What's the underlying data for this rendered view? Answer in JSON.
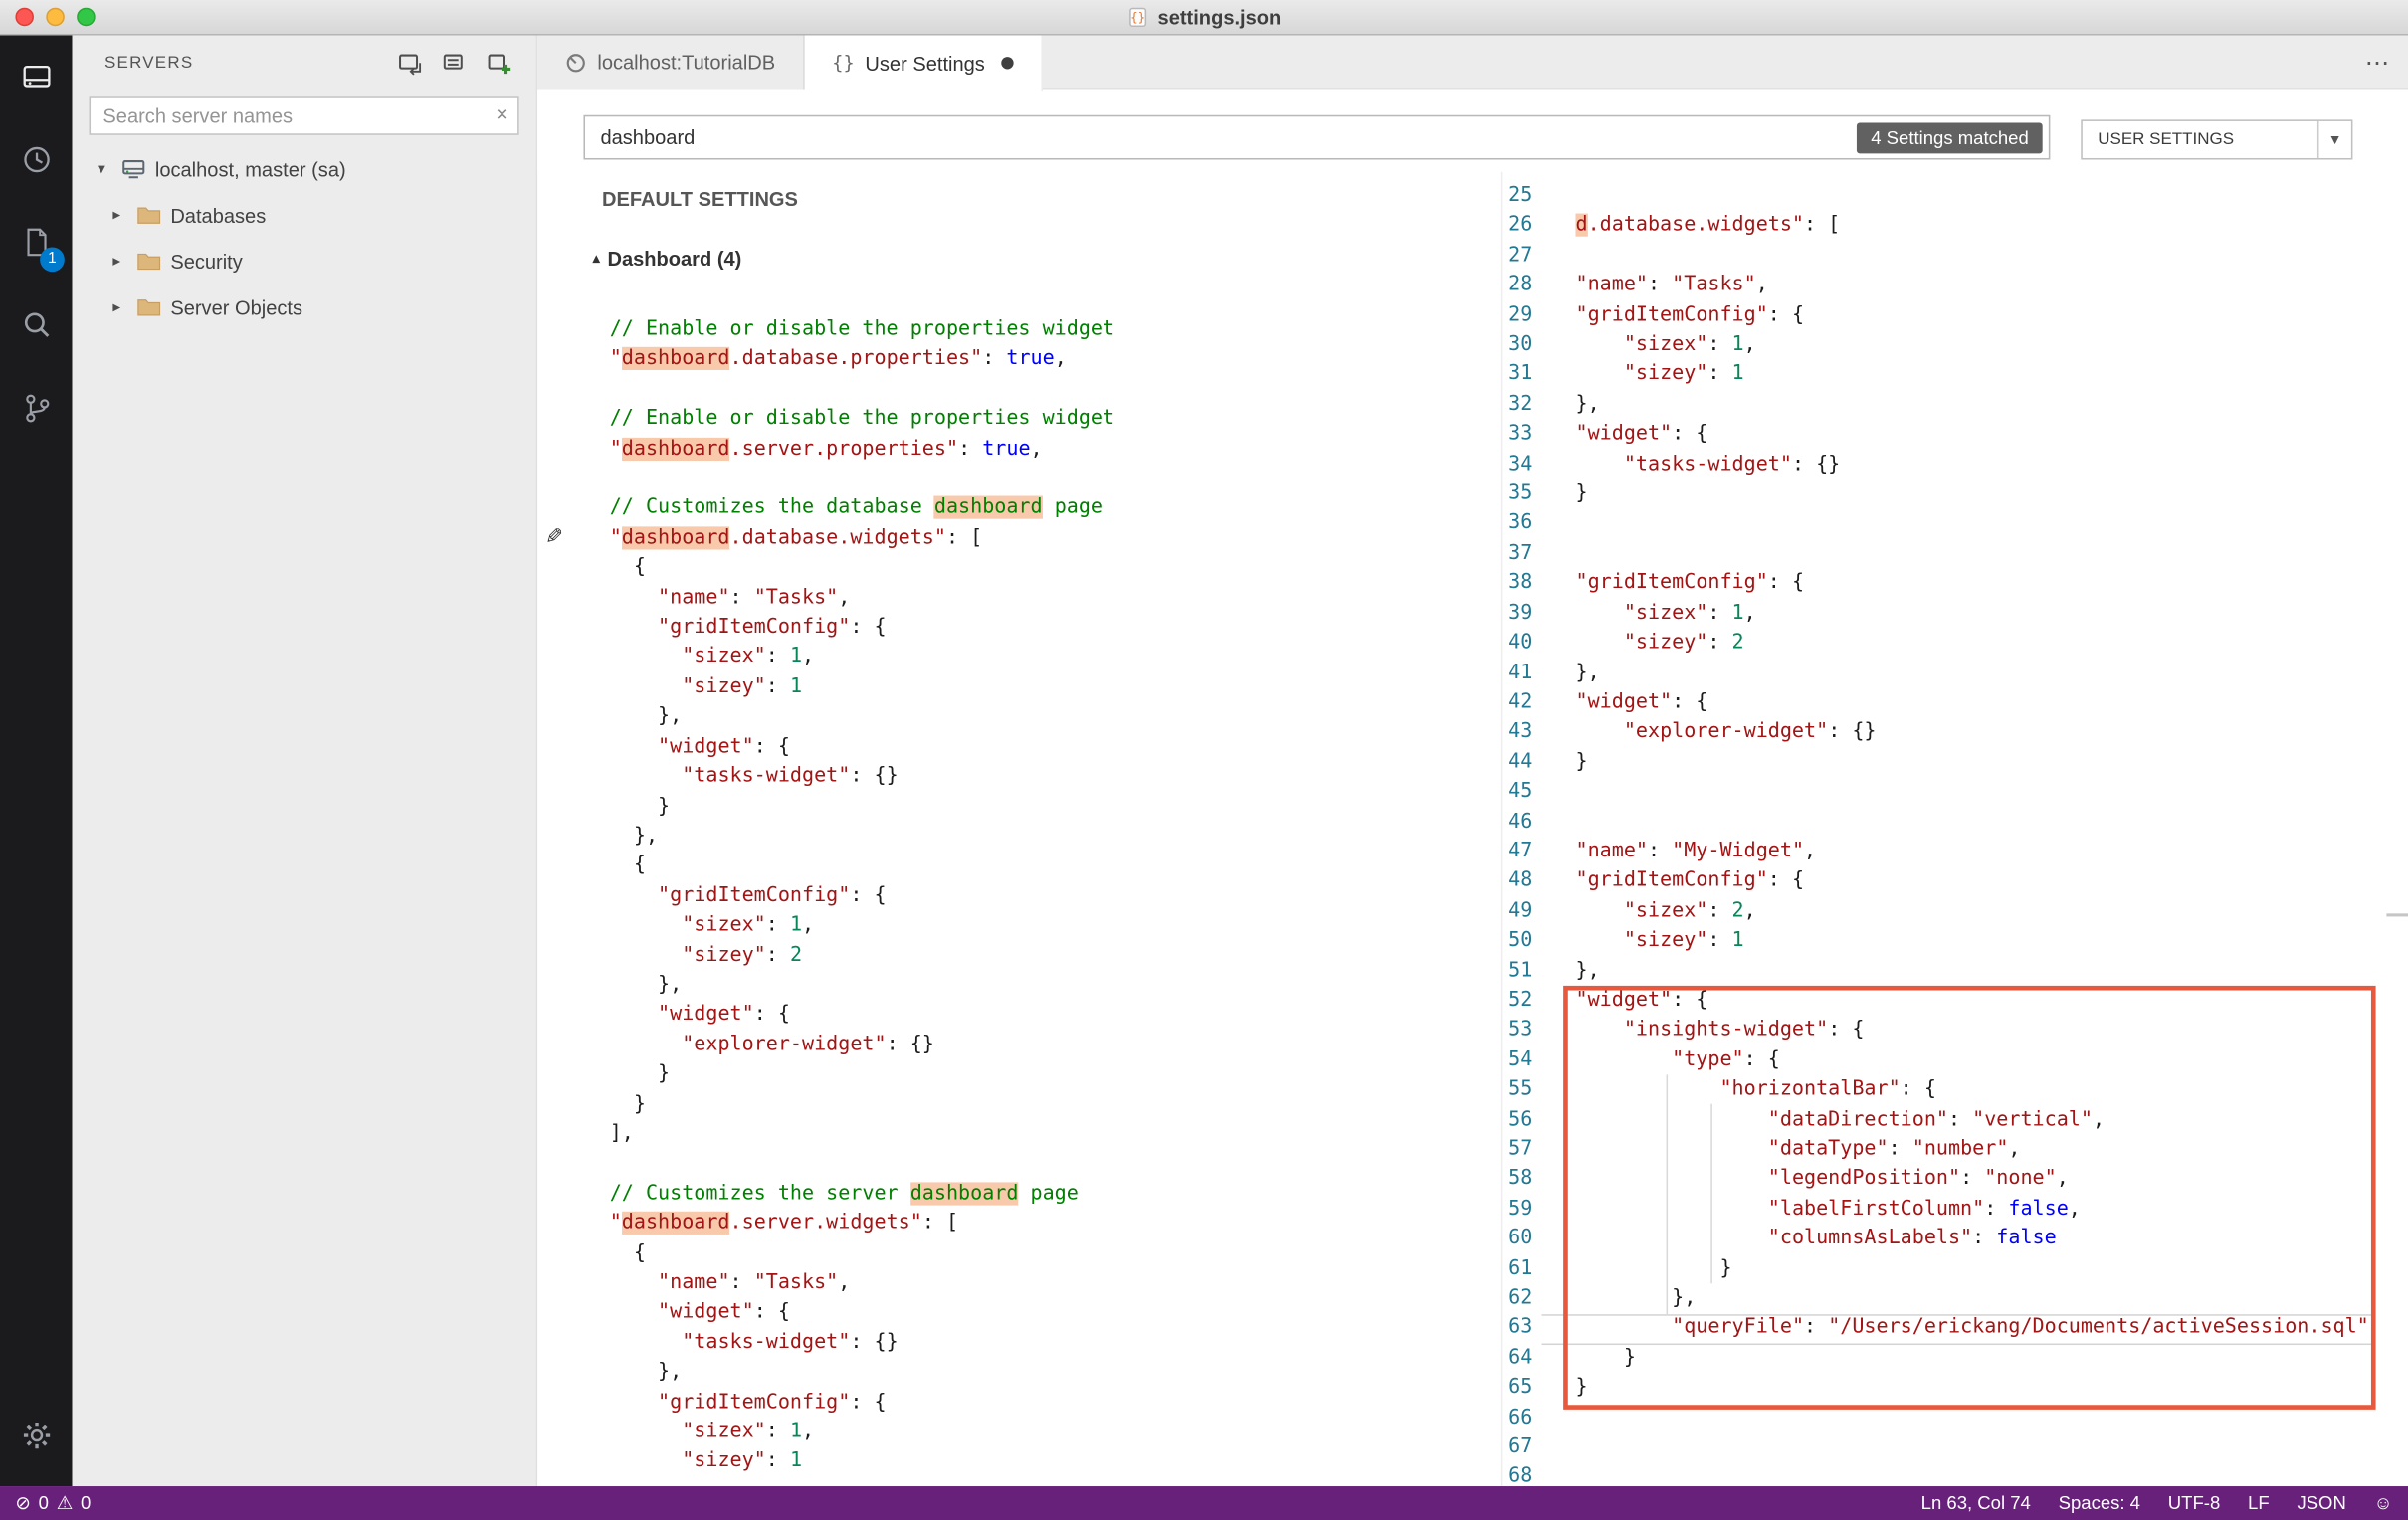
{
  "window": {
    "title": "settings.json"
  },
  "icons": {
    "chevron_down": "▾",
    "chevron_right": "▸",
    "section_caret": "▴",
    "close": "×",
    "more": "⋯",
    "pencil": "✎",
    "braces": "{}",
    "error": "⊘",
    "warning": "⚠",
    "smiley": "☺",
    "dropdown_caret": "▼"
  },
  "activity_bar": {
    "items": [
      {
        "name": "connections",
        "active": true
      },
      {
        "name": "task-history",
        "active": false
      },
      {
        "name": "explorer",
        "active": false,
        "badge": "1"
      },
      {
        "name": "search",
        "active": false
      },
      {
        "name": "source-control",
        "active": false
      }
    ],
    "bottom": [
      {
        "name": "manage"
      }
    ]
  },
  "sidebar": {
    "header": "SERVERS",
    "search": {
      "placeholder": "Search server names"
    },
    "tree": [
      {
        "label": "localhost, master (sa)",
        "icon": "server",
        "level": 0,
        "expanded": true
      },
      {
        "label": "Databases",
        "icon": "folder",
        "level": 1,
        "expanded": false
      },
      {
        "label": "Security",
        "icon": "folder",
        "level": 1,
        "expanded": false
      },
      {
        "label": "Server Objects",
        "icon": "folder",
        "level": 1,
        "expanded": false
      }
    ]
  },
  "editor": {
    "tabs": [
      {
        "label": "localhost:TutorialDB",
        "icon": "dashboard-gauge",
        "active": false,
        "dirty": false
      },
      {
        "label": "User Settings",
        "icon": "braces",
        "active": true,
        "dirty": true
      }
    ],
    "search_bar": {
      "query": "dashboard",
      "result_badge": "4 Settings matched",
      "scope": "USER SETTINGS"
    },
    "left_pane": {
      "heading": "DEFAULT SETTINGS",
      "section": "Dashboard (4)",
      "lines": [
        [
          [
            "// Enable or disable the properties widget",
            "c"
          ]
        ],
        [
          [
            "\"",
            "k"
          ],
          [
            "dashboard",
            "k",
            1
          ],
          [
            ".database.properties\"",
            "k"
          ],
          [
            ": ",
            "p"
          ],
          [
            "true",
            "b"
          ],
          [
            ",",
            "p"
          ]
        ],
        [],
        [
          [
            "// Enable or disable the properties widget",
            "c"
          ]
        ],
        [
          [
            "\"",
            "k"
          ],
          [
            "dashboard",
            "k",
            1
          ],
          [
            ".server.properties\"",
            "k"
          ],
          [
            ": ",
            "p"
          ],
          [
            "true",
            "b"
          ],
          [
            ",",
            "p"
          ]
        ],
        [],
        [
          [
            "// Customizes the database ",
            "c"
          ],
          [
            "dashboard",
            "c",
            1
          ],
          [
            " page",
            "c"
          ]
        ],
        [
          [
            "\"",
            "k"
          ],
          [
            "dashboard",
            "k",
            1
          ],
          [
            ".database.widgets\"",
            "k"
          ],
          [
            ": [",
            "p"
          ]
        ],
        [
          [
            "  {",
            "p"
          ]
        ],
        [
          [
            "    ",
            "p"
          ],
          [
            "\"name\"",
            "k"
          ],
          [
            ": ",
            "p"
          ],
          [
            "\"Tasks\"",
            "s"
          ],
          [
            ",",
            "p"
          ]
        ],
        [
          [
            "    ",
            "p"
          ],
          [
            "\"gridItemConfig\"",
            "k"
          ],
          [
            ": {",
            "p"
          ]
        ],
        [
          [
            "      ",
            "p"
          ],
          [
            "\"sizex\"",
            "k"
          ],
          [
            ": ",
            "p"
          ],
          [
            "1",
            "n"
          ],
          [
            ",",
            "p"
          ]
        ],
        [
          [
            "      ",
            "p"
          ],
          [
            "\"sizey\"",
            "k"
          ],
          [
            ": ",
            "p"
          ],
          [
            "1",
            "n"
          ]
        ],
        [
          [
            "    },",
            "p"
          ]
        ],
        [
          [
            "    ",
            "p"
          ],
          [
            "\"widget\"",
            "k"
          ],
          [
            ": {",
            "p"
          ]
        ],
        [
          [
            "      ",
            "p"
          ],
          [
            "\"tasks-widget\"",
            "k"
          ],
          [
            ": {}",
            "p"
          ]
        ],
        [
          [
            "    }",
            "p"
          ]
        ],
        [
          [
            "  },",
            "p"
          ]
        ],
        [
          [
            "  {",
            "p"
          ]
        ],
        [
          [
            "    ",
            "p"
          ],
          [
            "\"gridItemConfig\"",
            "k"
          ],
          [
            ": {",
            "p"
          ]
        ],
        [
          [
            "      ",
            "p"
          ],
          [
            "\"sizex\"",
            "k"
          ],
          [
            ": ",
            "p"
          ],
          [
            "1",
            "n"
          ],
          [
            ",",
            "p"
          ]
        ],
        [
          [
            "      ",
            "p"
          ],
          [
            "\"sizey\"",
            "k"
          ],
          [
            ": ",
            "p"
          ],
          [
            "2",
            "n"
          ]
        ],
        [
          [
            "    },",
            "p"
          ]
        ],
        [
          [
            "    ",
            "p"
          ],
          [
            "\"widget\"",
            "k"
          ],
          [
            ": {",
            "p"
          ]
        ],
        [
          [
            "      ",
            "p"
          ],
          [
            "\"explorer-widget\"",
            "k"
          ],
          [
            ": {}",
            "p"
          ]
        ],
        [
          [
            "    }",
            "p"
          ]
        ],
        [
          [
            "  }",
            "p"
          ]
        ],
        [
          [
            "],",
            "p"
          ]
        ],
        [],
        [
          [
            "// Customizes the server ",
            "c"
          ],
          [
            "dashboard",
            "c",
            1
          ],
          [
            " page",
            "c"
          ]
        ],
        [
          [
            "\"",
            "k"
          ],
          [
            "dashboard",
            "k",
            1
          ],
          [
            ".server.widgets\"",
            "k"
          ],
          [
            ": [",
            "p"
          ]
        ],
        [
          [
            "  {",
            "p"
          ]
        ],
        [
          [
            "    ",
            "p"
          ],
          [
            "\"name\"",
            "k"
          ],
          [
            ": ",
            "p"
          ],
          [
            "\"Tasks\"",
            "s"
          ],
          [
            ",",
            "p"
          ]
        ],
        [
          [
            "    ",
            "p"
          ],
          [
            "\"widget\"",
            "k"
          ],
          [
            ": {",
            "p"
          ]
        ],
        [
          [
            "      ",
            "p"
          ],
          [
            "\"tasks-widget\"",
            "k"
          ],
          [
            ": {}",
            "p"
          ]
        ],
        [
          [
            "    },",
            "p"
          ]
        ],
        [
          [
            "    ",
            "p"
          ],
          [
            "\"gridItemConfig\"",
            "k"
          ],
          [
            ": {",
            "p"
          ]
        ],
        [
          [
            "      ",
            "p"
          ],
          [
            "\"sizex\"",
            "k"
          ],
          [
            ": ",
            "p"
          ],
          [
            "1",
            "n"
          ],
          [
            ",",
            "p"
          ]
        ],
        [
          [
            "      ",
            "p"
          ],
          [
            "\"sizey\"",
            "k"
          ],
          [
            ": ",
            "p"
          ],
          [
            "1",
            "n"
          ]
        ]
      ]
    },
    "right_pane": {
      "first_line_number": 25,
      "lines": [
        [],
        [
          [
            "d",
            "k",
            1
          ],
          [
            ".database.widgets\"",
            "k"
          ],
          [
            ": [",
            "p"
          ]
        ],
        [],
        [
          [
            "\"name\"",
            "k"
          ],
          [
            ": ",
            "p"
          ],
          [
            "\"Tasks\"",
            "s"
          ],
          [
            ",",
            "p"
          ]
        ],
        [
          [
            "\"gridItemConfig\"",
            "k"
          ],
          [
            ": {",
            "p"
          ]
        ],
        [
          [
            "    ",
            "p"
          ],
          [
            "\"sizex\"",
            "k"
          ],
          [
            ": ",
            "p"
          ],
          [
            "1",
            "n"
          ],
          [
            ",",
            "p"
          ]
        ],
        [
          [
            "    ",
            "p"
          ],
          [
            "\"sizey\"",
            "k"
          ],
          [
            ": ",
            "p"
          ],
          [
            "1",
            "n"
          ]
        ],
        [
          [
            "},",
            "p"
          ]
        ],
        [
          [
            "\"widget\"",
            "k"
          ],
          [
            ": {",
            "p"
          ]
        ],
        [
          [
            "    ",
            "p"
          ],
          [
            "\"tasks-widget\"",
            "k"
          ],
          [
            ": {}",
            "p"
          ]
        ],
        [
          [
            "}",
            "p"
          ]
        ],
        [],
        [],
        [
          [
            "\"gridItemConfig\"",
            "k"
          ],
          [
            ": {",
            "p"
          ]
        ],
        [
          [
            "    ",
            "p"
          ],
          [
            "\"sizex\"",
            "k"
          ],
          [
            ": ",
            "p"
          ],
          [
            "1",
            "n"
          ],
          [
            ",",
            "p"
          ]
        ],
        [
          [
            "    ",
            "p"
          ],
          [
            "\"sizey\"",
            "k"
          ],
          [
            ": ",
            "p"
          ],
          [
            "2",
            "n"
          ]
        ],
        [
          [
            "},",
            "p"
          ]
        ],
        [
          [
            "\"widget\"",
            "k"
          ],
          [
            ": {",
            "p"
          ]
        ],
        [
          [
            "    ",
            "p"
          ],
          [
            "\"explorer-widget\"",
            "k"
          ],
          [
            ": {}",
            "p"
          ]
        ],
        [
          [
            "}",
            "p"
          ]
        ],
        [],
        [],
        [
          [
            "\"name\"",
            "k"
          ],
          [
            ": ",
            "p"
          ],
          [
            "\"My-Widget\"",
            "s"
          ],
          [
            ",",
            "p"
          ]
        ],
        [
          [
            "\"gridItemConfig\"",
            "k"
          ],
          [
            ": {",
            "p"
          ]
        ],
        [
          [
            "    ",
            "p"
          ],
          [
            "\"sizex\"",
            "k"
          ],
          [
            ": ",
            "p"
          ],
          [
            "2",
            "n"
          ],
          [
            ",",
            "p"
          ]
        ],
        [
          [
            "    ",
            "p"
          ],
          [
            "\"sizey\"",
            "k"
          ],
          [
            ": ",
            "p"
          ],
          [
            "1",
            "n"
          ]
        ],
        [
          [
            "},",
            "p"
          ]
        ],
        [
          [
            "\"widget\"",
            "k"
          ],
          [
            ": {",
            "p"
          ]
        ],
        [
          [
            "    ",
            "p"
          ],
          [
            "\"insights-widget\"",
            "k"
          ],
          [
            ": {",
            "p"
          ]
        ],
        [
          [
            "        ",
            "p"
          ],
          [
            "\"type\"",
            "k"
          ],
          [
            ": {",
            "p"
          ]
        ],
        [
          [
            "            ",
            "p"
          ],
          [
            "\"horizontalBar\"",
            "k"
          ],
          [
            ": {",
            "p"
          ]
        ],
        [
          [
            "                ",
            "p"
          ],
          [
            "\"dataDirection\"",
            "k"
          ],
          [
            ": ",
            "p"
          ],
          [
            "\"vertical\"",
            "s"
          ],
          [
            ",",
            "p"
          ]
        ],
        [
          [
            "                ",
            "p"
          ],
          [
            "\"dataType\"",
            "k"
          ],
          [
            ": ",
            "p"
          ],
          [
            "\"number\"",
            "s"
          ],
          [
            ",",
            "p"
          ]
        ],
        [
          [
            "                ",
            "p"
          ],
          [
            "\"legendPosition\"",
            "k"
          ],
          [
            ": ",
            "p"
          ],
          [
            "\"none\"",
            "s"
          ],
          [
            ",",
            "p"
          ]
        ],
        [
          [
            "                ",
            "p"
          ],
          [
            "\"labelFirstColumn\"",
            "k"
          ],
          [
            ": ",
            "p"
          ],
          [
            "false",
            "b"
          ],
          [
            ",",
            "p"
          ]
        ],
        [
          [
            "                ",
            "p"
          ],
          [
            "\"columnsAsLabels\"",
            "k"
          ],
          [
            ": ",
            "p"
          ],
          [
            "false",
            "b"
          ]
        ],
        [
          [
            "            }",
            "p"
          ]
        ],
        [
          [
            "        },",
            "p"
          ]
        ],
        [
          [
            "        ",
            "p"
          ],
          [
            "\"queryFile\"",
            "k"
          ],
          [
            ": ",
            "p"
          ],
          [
            "\"/Users/erickang/Documents/activeSession.sql\"",
            "s"
          ]
        ],
        [
          [
            "    }",
            "p"
          ]
        ],
        [
          [
            "}",
            "p"
          ]
        ],
        [],
        [],
        []
      ]
    }
  },
  "status_bar": {
    "errors": "0",
    "warnings": "0",
    "cursor": "Ln 63, Col 74",
    "indentation": "Spaces: 4",
    "encoding": "UTF-8",
    "eol": "LF",
    "language": "JSON"
  },
  "colors": {
    "status_purple": "#68217A",
    "match_highlight": "rgba(234,92,0,0.33)",
    "annotation_red": "#E8583C",
    "badge_blue": "#007ACC"
  }
}
